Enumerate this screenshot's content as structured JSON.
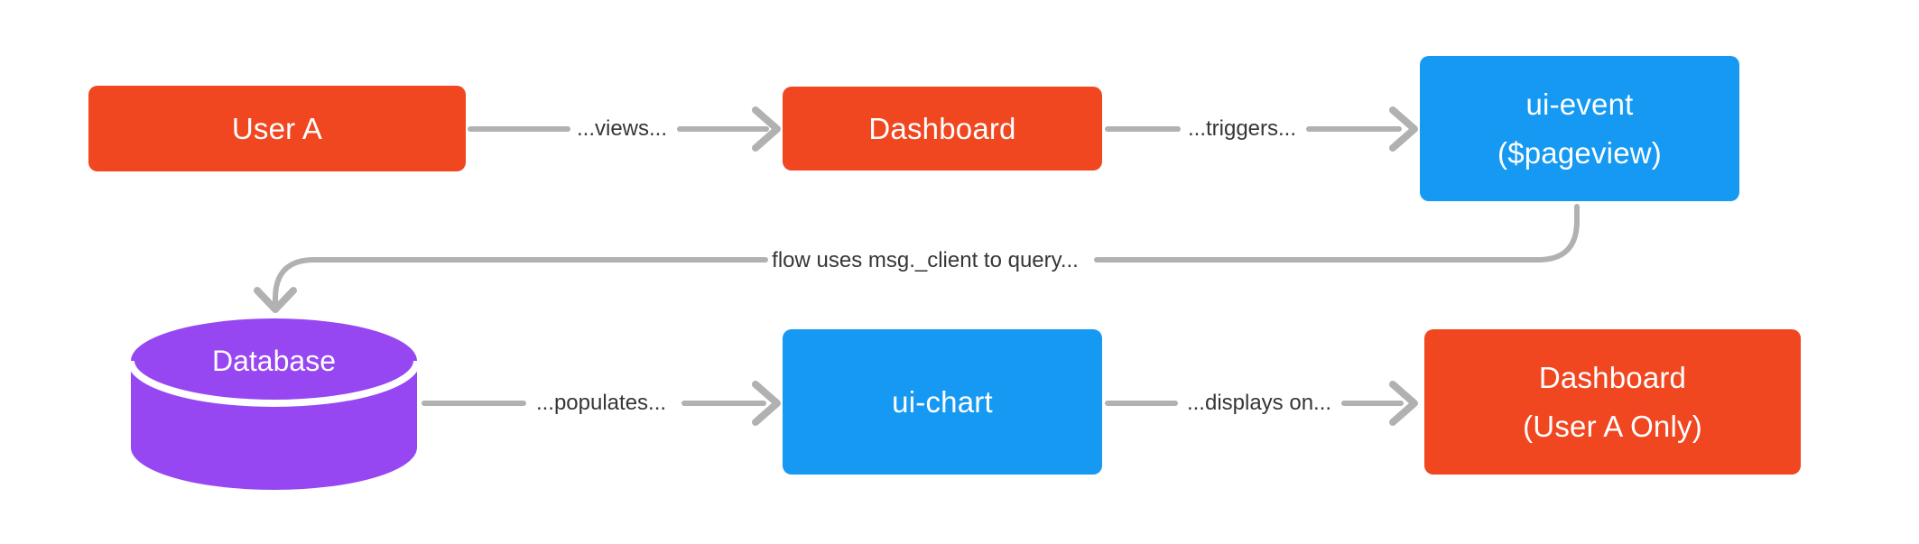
{
  "diagram": {
    "background": "#ffffff",
    "colors": {
      "node_orange": "#f04721",
      "node_blue": "#1699f2",
      "node_purple": "#9747f2",
      "arrow_gray": "#b1b1b1",
      "edge_label_text": "#363636",
      "node_text": "#ffffff"
    },
    "nodes": {
      "user_a": {
        "label": "User A",
        "color": "#f04721",
        "shape": "rounded-rect"
      },
      "dashboard": {
        "label": "Dashboard",
        "color": "#f04721",
        "shape": "rounded-rect"
      },
      "ui_event": {
        "lines": [
          "ui-event",
          "($pageview)"
        ],
        "color": "#1699f2",
        "shape": "rounded-rect"
      },
      "database": {
        "label": "Database",
        "color": "#9747f2",
        "shape": "cylinder"
      },
      "ui_chart": {
        "label": "ui-chart",
        "color": "#1699f2",
        "shape": "rounded-rect"
      },
      "dashboard_user_a": {
        "lines": [
          "Dashboard",
          "(User A Only)"
        ],
        "color": "#f04721",
        "shape": "rounded-rect"
      }
    },
    "edges": {
      "views": {
        "label": "...views...",
        "from": "user_a",
        "to": "dashboard"
      },
      "triggers": {
        "label": "...triggers...",
        "from": "dashboard",
        "to": "ui_event"
      },
      "query": {
        "label": "flow uses msg._client to query...",
        "from": "ui_event",
        "to": "database"
      },
      "populates": {
        "label": "...populates...",
        "from": "database",
        "to": "ui_chart"
      },
      "displays_on": {
        "label": "...displays on...",
        "from": "ui_chart",
        "to": "dashboard_user_a"
      }
    }
  }
}
